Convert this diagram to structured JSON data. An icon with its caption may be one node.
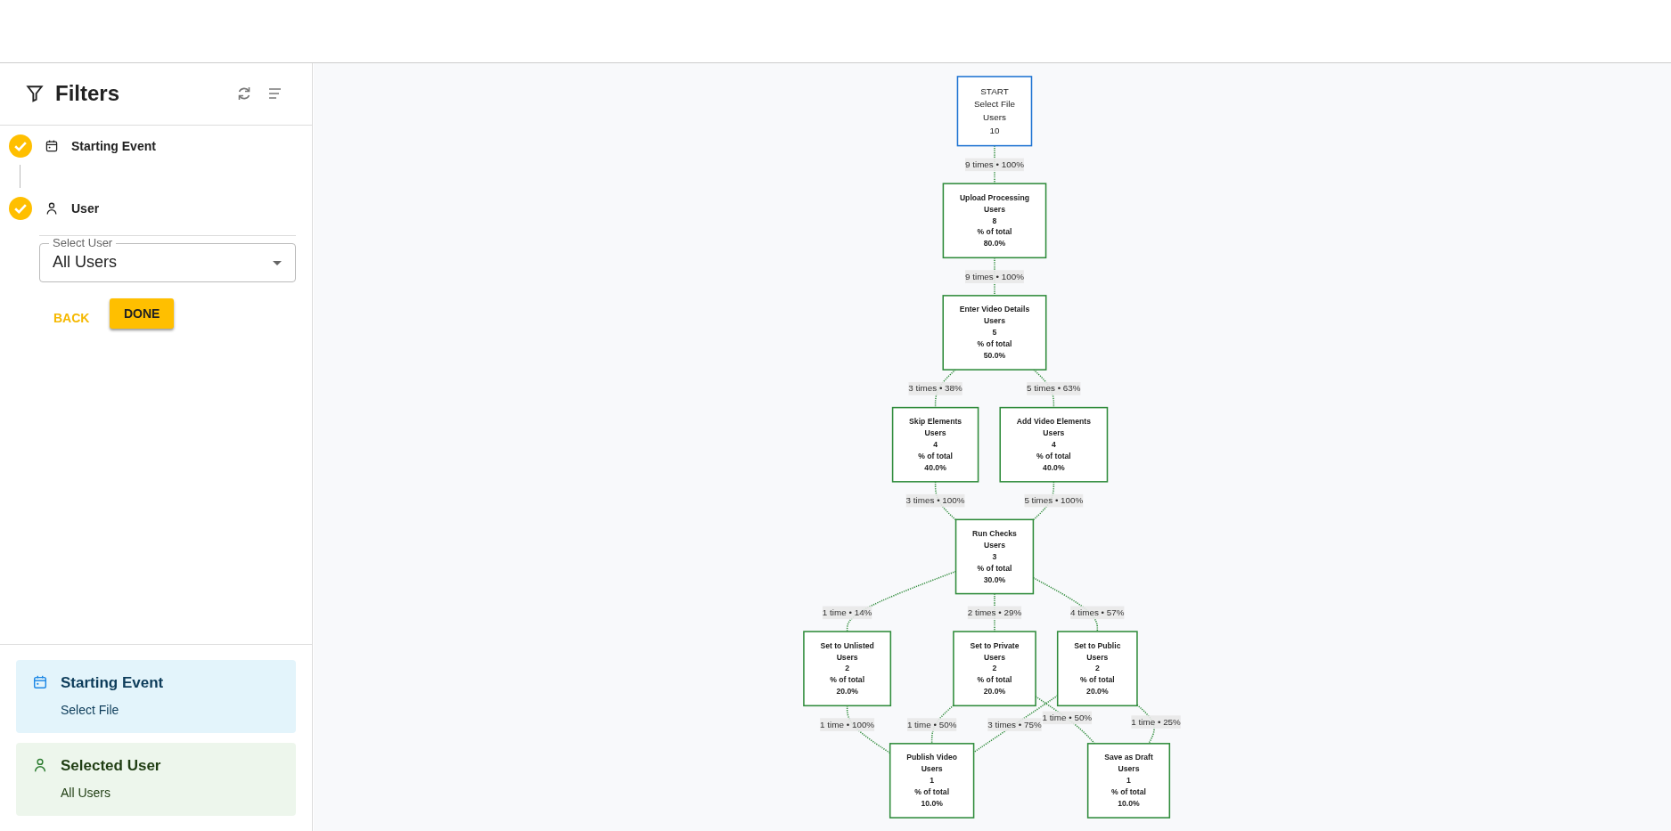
{
  "diagram": {
    "nodes": [
      {
        "text": [
          "START",
          "Select File",
          "Users",
          "10"
        ]
      },
      {
        "text": [
          "Upload Processing",
          "Users",
          "8",
          "% of total",
          "80.0%"
        ]
      },
      {
        "text": [
          "Enter Video Details",
          "Users",
          "5",
          "% of total",
          "50.0%"
        ]
      },
      {
        "text": [
          "Skip Elements",
          "Users",
          "4",
          "% of total",
          "40.0%"
        ]
      },
      {
        "text": [
          "Add Video Elements",
          "Users",
          "4",
          "% of total",
          "40.0%"
        ]
      },
      {
        "text": [
          "Run Checks",
          "Users",
          "3",
          "% of total",
          "30.0%"
        ]
      },
      {
        "text": [
          "Set to Unlisted",
          "Users",
          "2",
          "% of total",
          "20.0%"
        ]
      },
      {
        "text": [
          "Set to Private",
          "Users",
          "2",
          "% of total",
          "20.0%"
        ]
      },
      {
        "text": [
          "Set to Public",
          "Users",
          "2",
          "% of total",
          "20.0%"
        ]
      },
      {
        "text": [
          "Publish Video",
          "Users",
          "1",
          "% of total",
          "10.0%"
        ]
      },
      {
        "text": [
          "Save as Draft",
          "Users",
          "1",
          "% of total",
          "10.0%"
        ]
      }
    ],
    "edges": [
      {
        "from": 0,
        "to": 1,
        "arrow": "none",
        "label": "9 times • 100%",
        "style": "dashed"
      },
      {
        "from": 1,
        "to": 2,
        "arrow": "none",
        "label": "9 times • 100%",
        "style": "dashed"
      },
      {
        "from": 2,
        "to": 3,
        "arrow": "none",
        "label": "3 times • 38%",
        "style": "dashed"
      },
      {
        "from": 2,
        "to": 4,
        "arrow": "none",
        "label": "5 times • 63%",
        "style": "dashed"
      },
      {
        "from": 3,
        "to": 5,
        "arrow": "none",
        "label": "3 times • 100%",
        "style": "dashed"
      },
      {
        "from": 4,
        "to": 5,
        "arrow": "none",
        "label": "5 times • 100%",
        "style": "dashed"
      },
      {
        "from": 5,
        "to": 6,
        "arrow": "none",
        "label": "1 time • 14%",
        "style": "dashed"
      },
      {
        "from": 5,
        "to": 7,
        "arrow": "none",
        "label": "2 times • 29%",
        "style": "dashed"
      },
      {
        "from": 5,
        "to": 8,
        "arrow": "none",
        "label": "4 times • 57%",
        "style": "dashed"
      },
      {
        "from": 6,
        "to": 9,
        "arrow": "none",
        "label": "1 time • 100%",
        "style": "dashed"
      },
      {
        "from": 7,
        "to": 9,
        "arrow": "none",
        "label": "1 time • 50%",
        "style": "dashed"
      },
      {
        "from": 8,
        "to": 9,
        "arrow": "none",
        "label": "3 times • 75%",
        "style": "dashed"
      },
      {
        "from": 7,
        "to": 10,
        "arrow": "none",
        "label": "1 time • 50%",
        "style": "dashed"
      },
      {
        "from": 8,
        "to": 10,
        "arrow": "none",
        "label": "1 time • 25%",
        "style": "dashed"
      }
    ],
    "labels": [
      "Filters",
      "Starting Event",
      "User",
      "Select User",
      "All Users",
      "BACK",
      "DONE",
      "Starting Event",
      "Select File",
      "Selected User",
      "All Users"
    ]
  }
}
